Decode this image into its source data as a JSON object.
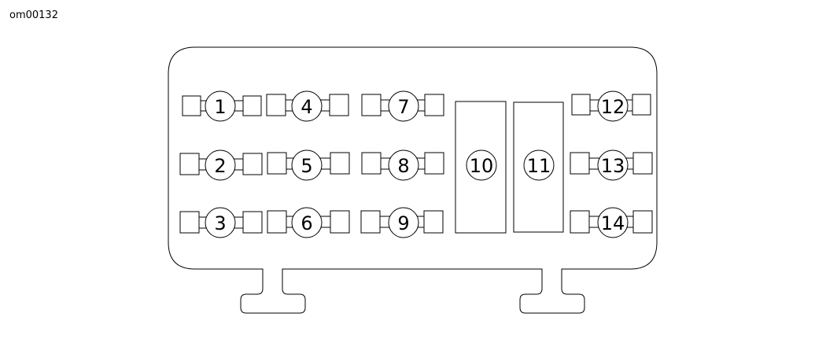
{
  "document_id": "om00132",
  "diagram": {
    "positions": [
      {
        "label": "1"
      },
      {
        "label": "2"
      },
      {
        "label": "3"
      },
      {
        "label": "4"
      },
      {
        "label": "5"
      },
      {
        "label": "6"
      },
      {
        "label": "7"
      },
      {
        "label": "8"
      },
      {
        "label": "9"
      },
      {
        "label": "10"
      },
      {
        "label": "11"
      },
      {
        "label": "12"
      },
      {
        "label": "13"
      },
      {
        "label": "14"
      }
    ]
  },
  "colors": {
    "stroke": "#000000",
    "fill": "#ffffff"
  }
}
